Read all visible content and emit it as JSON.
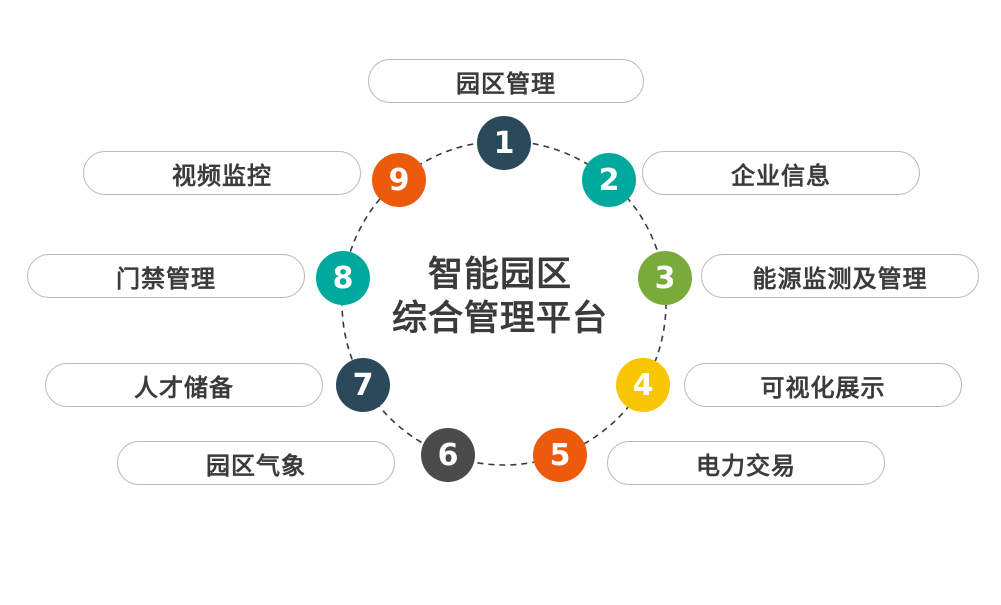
{
  "center": {
    "line1": "智能园区",
    "line2": "综合管理平台"
  },
  "nodes": [
    {
      "number": "1",
      "label": "园区管理",
      "color": "#2a4a5c"
    },
    {
      "number": "2",
      "label": "企业信息",
      "color": "#00a99d"
    },
    {
      "number": "3",
      "label": "能源监测及管理",
      "color": "#7aab3a"
    },
    {
      "number": "4",
      "label": "可视化展示",
      "color": "#f7c600"
    },
    {
      "number": "5",
      "label": "电力交易",
      "color": "#ec5a0c"
    },
    {
      "number": "6",
      "label": "园区气象",
      "color": "#4a4a4a"
    },
    {
      "number": "7",
      "label": "人才储备",
      "color": "#2a4a5c"
    },
    {
      "number": "8",
      "label": "门禁管理",
      "color": "#00a99d"
    },
    {
      "number": "9",
      "label": "视频监控",
      "color": "#ec5a0c"
    }
  ]
}
